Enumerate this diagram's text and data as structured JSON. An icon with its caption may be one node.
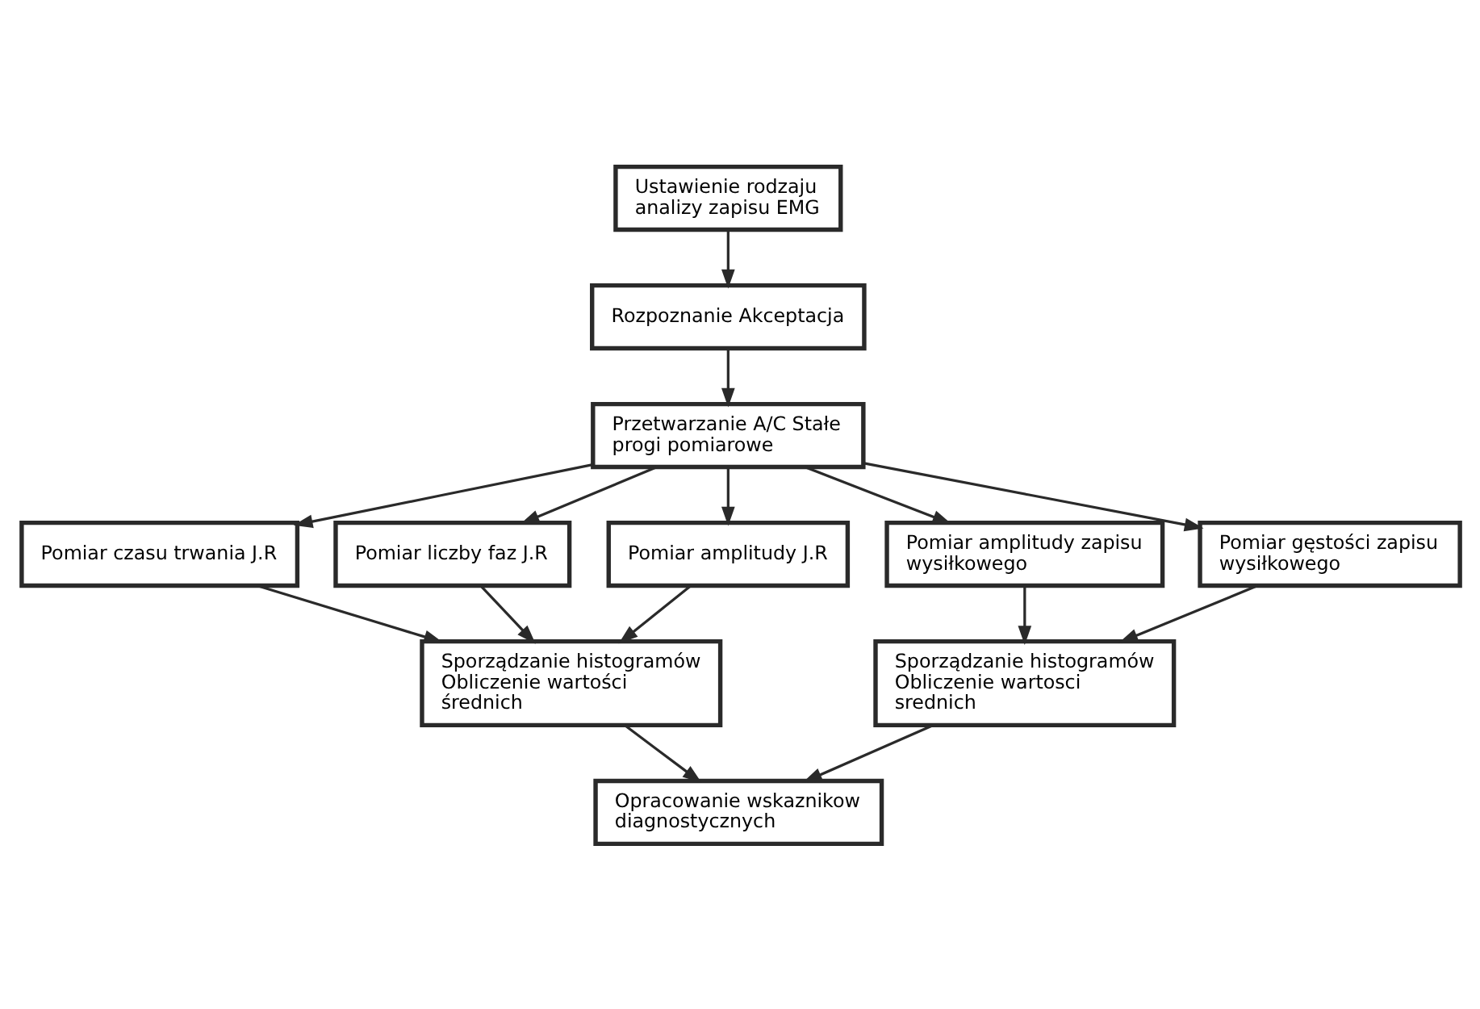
{
  "diagram": {
    "nodes": [
      {
        "text": [
          "Ustawienie rodzaju analizy zapisu EMG"
        ]
      },
      {
        "text": [
          "Rozpoznanie Akceptacja"
        ]
      },
      {
        "text": [
          "Przetwarzanie A/C Stałe progi pomiarowe"
        ]
      },
      {
        "text": [
          "Pomiar czasu trwania J.R"
        ]
      },
      {
        "text": [
          "Pomiar liczby faz J.R"
        ]
      },
      {
        "text": [
          "Pomiar amplitudy J.R"
        ]
      },
      {
        "text": [
          "Pomiar amplitudy zapisu wysiłkowego"
        ]
      },
      {
        "text": [
          "Pomiar gęstości zapisu wysiłkowego"
        ]
      },
      {
        "text": [
          "Sporządzanie histogramów Obliczenie wartości średnich"
        ]
      },
      {
        "text": [
          "Sporządzanie histogramów Obliczenie wartosci srednich"
        ]
      },
      {
        "text": [
          "Opracowanie wskaznikow diagnostycznych"
        ]
      }
    ],
    "edges": [
      {
        "from": 0,
        "to": 1,
        "arrow": "to"
      },
      {
        "from": 1,
        "to": 2,
        "arrow": "to"
      },
      {
        "from": 2,
        "to": 3,
        "arrow": "to"
      },
      {
        "from": 2,
        "to": 4,
        "arrow": "to"
      },
      {
        "from": 2,
        "to": 5,
        "arrow": "to"
      },
      {
        "from": 2,
        "to": 6,
        "arrow": "to"
      },
      {
        "from": 2,
        "to": 7,
        "arrow": "to"
      },
      {
        "from": 3,
        "to": 8,
        "arrow": "to"
      },
      {
        "from": 4,
        "to": 8,
        "arrow": "to"
      },
      {
        "from": 5,
        "to": 8,
        "arrow": "to"
      },
      {
        "from": 6,
        "to": 9,
        "arrow": "to"
      },
      {
        "from": 7,
        "to": 9,
        "arrow": "to"
      },
      {
        "from": 8,
        "to": 10,
        "arrow": "to"
      },
      {
        "from": 9,
        "to": 10,
        "arrow": "to"
      }
    ]
  }
}
